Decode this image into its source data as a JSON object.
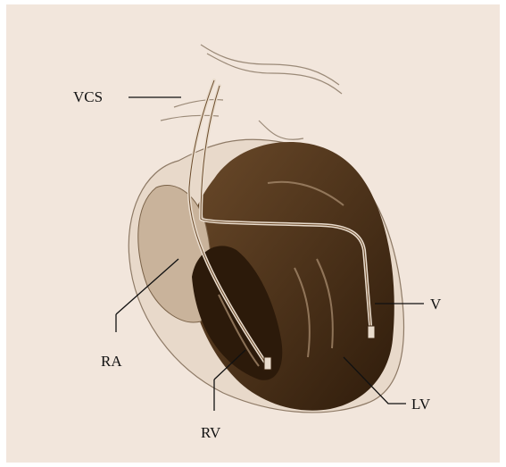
{
  "labels": {
    "vcs": "VCS",
    "v": "V",
    "ra": "RA",
    "rv": "RV",
    "lv": "LV"
  },
  "colors": {
    "background": "#f2e6dc",
    "dark": "#3a2410",
    "mid": "#6b4a2a",
    "line": "#111111"
  }
}
